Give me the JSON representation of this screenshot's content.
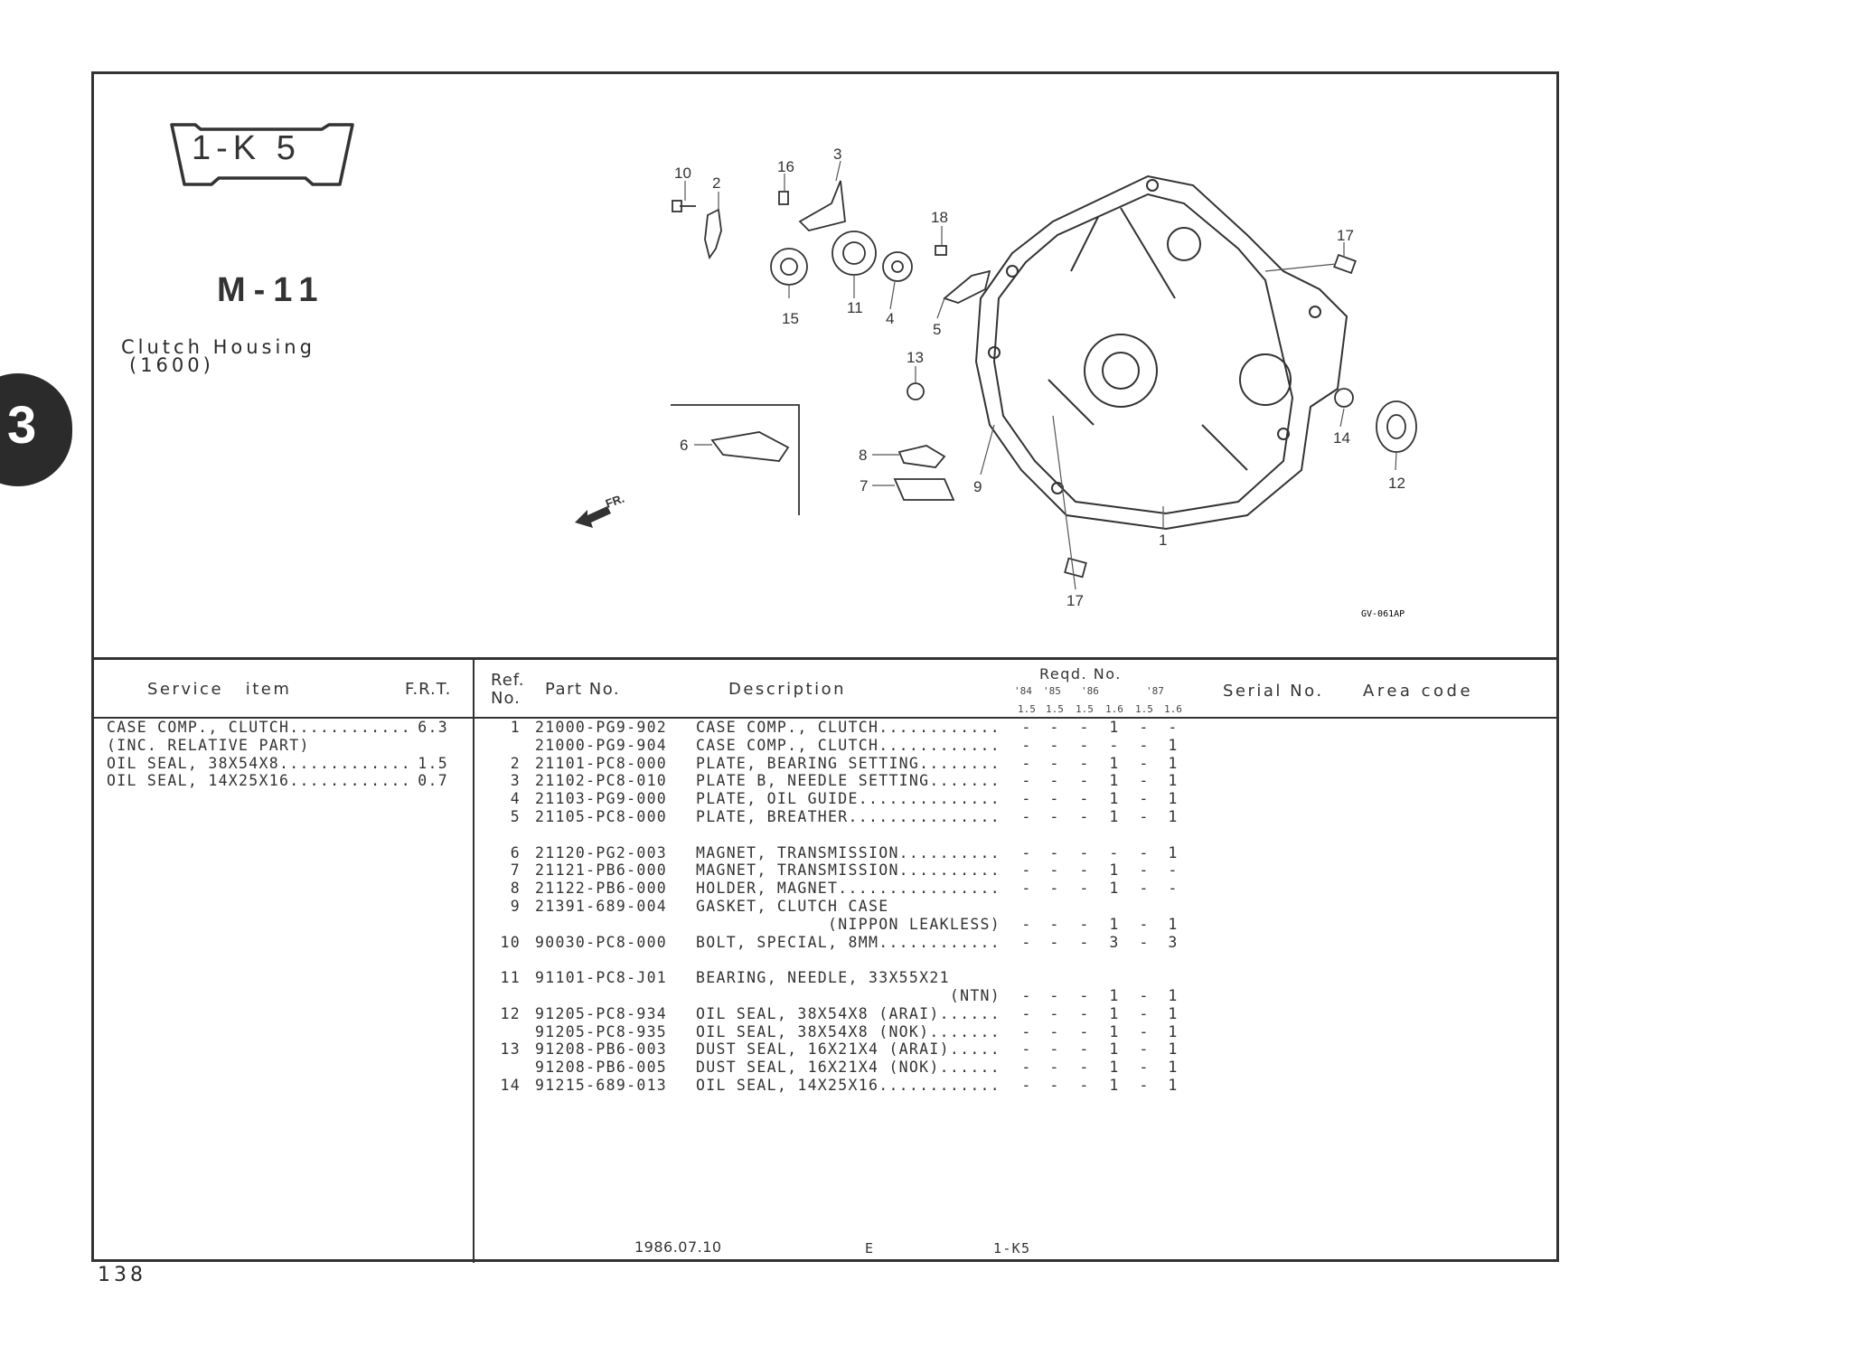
{
  "section_tab": "3",
  "header": {
    "group_badge": "1-K 5",
    "figure_code": "M-11",
    "title": "Clutch Housing",
    "subtitle": "(1600)"
  },
  "diagram": {
    "drawing_id": "GV-061AP",
    "front_label": "FR.",
    "callouts": [
      "10",
      "2",
      "16",
      "3",
      "18",
      "17",
      "15",
      "11",
      "4",
      "5",
      "13",
      "6",
      "8",
      "7",
      "9",
      "14",
      "12",
      "1",
      "17"
    ]
  },
  "service_table": {
    "headers": {
      "service_item": "Service   item",
      "frt": "F.R.T."
    },
    "rows": [
      {
        "item": "CASE COMP., CLUTCH............",
        "frt": "6.3"
      },
      {
        "item": "(INC. RELATIVE PART)",
        "frt": ""
      },
      {
        "item": "OIL SEAL, 38X54X8.............",
        "frt": "1.5"
      },
      {
        "item": "OIL SEAL, 14X25X16............",
        "frt": "0.7"
      }
    ]
  },
  "parts_table": {
    "headers": {
      "ref_no": "Ref.",
      "ref_no2": "No.",
      "part_no": "Part No.",
      "description": "Description",
      "reqd_no": "Reqd. No.",
      "years": [
        "'84",
        "'85",
        "'86",
        "'87"
      ],
      "engines": [
        "1.5",
        "1.5",
        "1.5",
        "1.6",
        "1.5",
        "1.6"
      ],
      "serial_no": "Serial No.",
      "area_code": "Area code"
    },
    "rows": [
      {
        "ref": "1",
        "part": "21000-PG9-902",
        "desc": "CASE COMP., CLUTCH............",
        "qty": [
          "-",
          "-",
          "-",
          "1",
          "-",
          "-"
        ]
      },
      {
        "ref": "",
        "part": "21000-PG9-904",
        "desc": "CASE COMP., CLUTCH............",
        "qty": [
          "-",
          "-",
          "-",
          "-",
          "-",
          "1"
        ]
      },
      {
        "ref": "2",
        "part": "21101-PC8-000",
        "desc": "PLATE, BEARING SETTING........",
        "qty": [
          "-",
          "-",
          "-",
          "1",
          "-",
          "1"
        ]
      },
      {
        "ref": "3",
        "part": "21102-PC8-010",
        "desc": "PLATE B, NEEDLE SETTING.......",
        "qty": [
          "-",
          "-",
          "-",
          "1",
          "-",
          "1"
        ]
      },
      {
        "ref": "4",
        "part": "21103-PG9-000",
        "desc": "PLATE, OIL GUIDE..............",
        "qty": [
          "-",
          "-",
          "-",
          "1",
          "-",
          "1"
        ]
      },
      {
        "ref": "5",
        "part": "21105-PC8-000",
        "desc": "PLATE, BREATHER...............",
        "qty": [
          "-",
          "-",
          "-",
          "1",
          "-",
          "1"
        ]
      },
      {
        "gap": true,
        "ref": "6",
        "part": "21120-PG2-003",
        "desc": "MAGNET, TRANSMISSION..........",
        "qty": [
          "-",
          "-",
          "-",
          "-",
          "-",
          "1"
        ]
      },
      {
        "ref": "7",
        "part": "21121-PB6-000",
        "desc": "MAGNET, TRANSMISSION..........",
        "qty": [
          "-",
          "-",
          "-",
          "1",
          "-",
          "-"
        ]
      },
      {
        "ref": "8",
        "part": "21122-PB6-000",
        "desc": "HOLDER, MAGNET................",
        "qty": [
          "-",
          "-",
          "-",
          "1",
          "-",
          "-"
        ]
      },
      {
        "ref": "9",
        "part": "21391-689-004",
        "desc": "GASKET, CLUTCH CASE",
        "qty": []
      },
      {
        "ref": "",
        "part": "",
        "desc": "             (NIPPON LEAKLESS)",
        "qty": [
          "-",
          "-",
          "-",
          "1",
          "-",
          "1"
        ]
      },
      {
        "ref": "10",
        "part": "90030-PC8-000",
        "desc": "BOLT, SPECIAL, 8MM............",
        "qty": [
          "-",
          "-",
          "-",
          "3",
          "-",
          "3"
        ]
      },
      {
        "gap": true,
        "ref": "11",
        "part": "91101-PC8-J01",
        "desc": "BEARING, NEEDLE, 33X55X21",
        "qty": []
      },
      {
        "ref": "",
        "part": "",
        "desc": "                         (NTN)",
        "qty": [
          "-",
          "-",
          "-",
          "1",
          "-",
          "1"
        ]
      },
      {
        "ref": "12",
        "part": "91205-PC8-934",
        "desc": "OIL SEAL, 38X54X8 (ARAI)......",
        "qty": [
          "-",
          "-",
          "-",
          "1",
          "-",
          "1"
        ]
      },
      {
        "ref": "",
        "part": "91205-PC8-935",
        "desc": "OIL SEAL, 38X54X8 (NOK).......",
        "qty": [
          "-",
          "-",
          "-",
          "1",
          "-",
          "1"
        ]
      },
      {
        "ref": "13",
        "part": "91208-PB6-003",
        "desc": "DUST SEAL, 16X21X4 (ARAI).....",
        "qty": [
          "-",
          "-",
          "-",
          "1",
          "-",
          "1"
        ]
      },
      {
        "ref": "",
        "part": "91208-PB6-005",
        "desc": "DUST SEAL, 16X21X4 (NOK)......",
        "qty": [
          "-",
          "-",
          "-",
          "1",
          "-",
          "1"
        ]
      },
      {
        "ref": "14",
        "part": "91215-689-013",
        "desc": "OIL SEAL, 14X25X16............",
        "qty": [
          "-",
          "-",
          "-",
          "1",
          "-",
          "1"
        ]
      }
    ]
  },
  "footer": {
    "date": "1986.07.10",
    "edition": "E",
    "group": "1-K5",
    "page_number": "138"
  }
}
